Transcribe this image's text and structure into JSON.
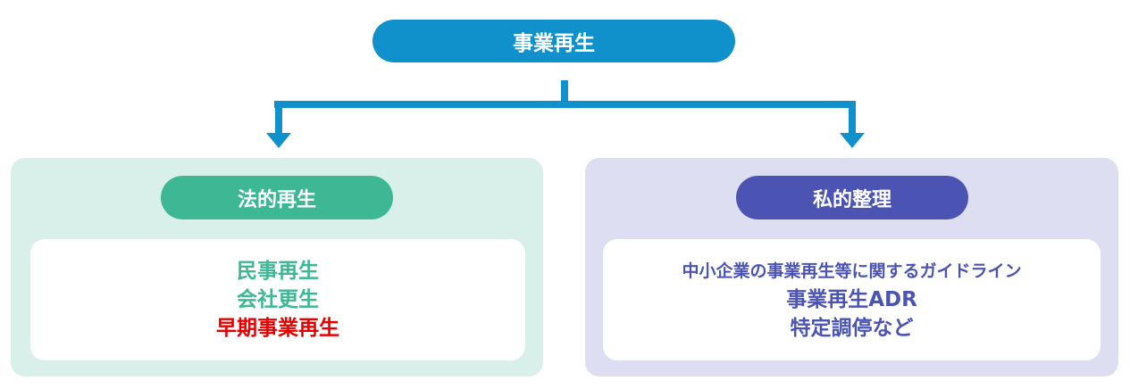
{
  "colors": {
    "top": "#1191CB",
    "green": "#3DB794",
    "green_bg": "#D8F0E9",
    "purple": "#4B54B2",
    "purple_bg": "#DDDEF1",
    "red": "#E60000"
  },
  "top": {
    "label": "事業再生"
  },
  "left": {
    "label": "法的再生",
    "items": [
      "民事再生",
      "会社更生"
    ],
    "highlight": "早期事業再生"
  },
  "right": {
    "label": "私的整理",
    "items": [
      "中小企業の事業再生等に関するガイドライン",
      "事業再生ADR",
      "特定調停など"
    ]
  }
}
